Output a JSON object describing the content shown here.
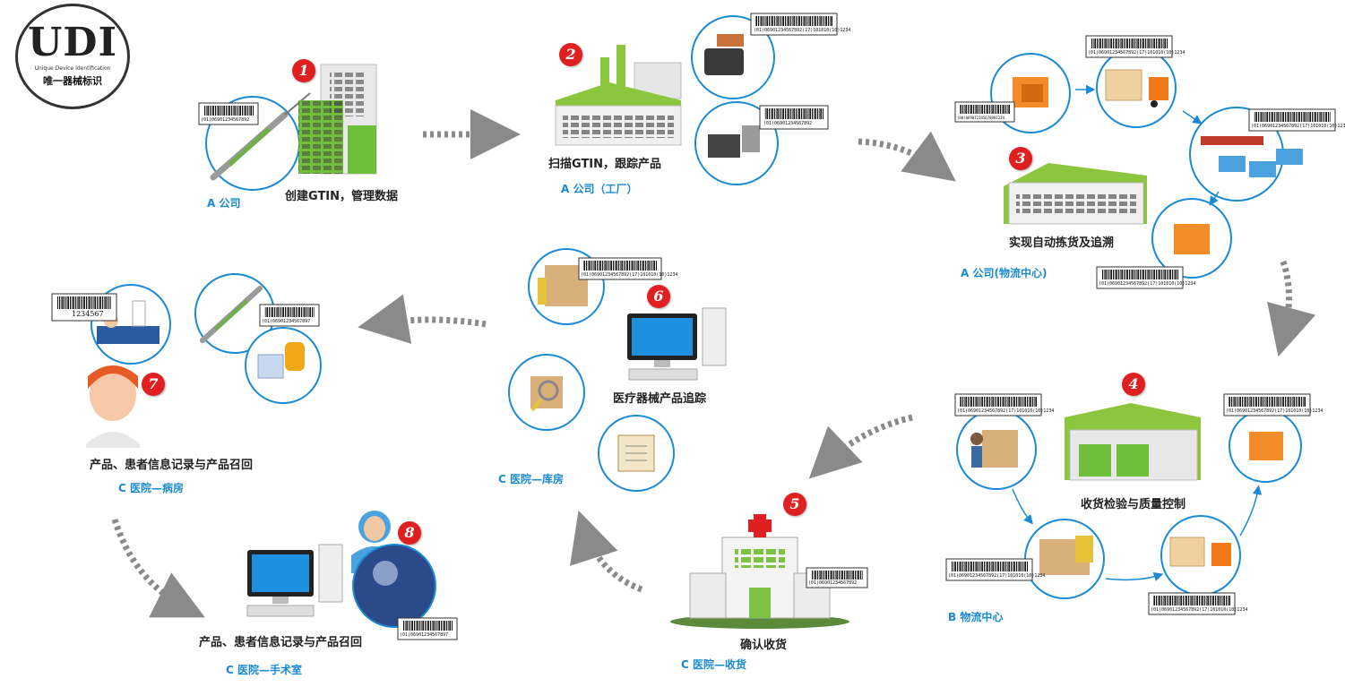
{
  "logo": {
    "title": "UDI",
    "subtitle": "Unique Device Identification",
    "cn": "唯一器械标识"
  },
  "steps": [
    {
      "num": "1",
      "caption": "创建GTIN，管理数据",
      "location": "A 公司"
    },
    {
      "num": "2",
      "caption": "扫描GTIN，跟踪产品",
      "location": "A 公司（工厂）"
    },
    {
      "num": "3",
      "caption": "实现自动拣货及追溯",
      "location": "A 公司(物流中心)"
    },
    {
      "num": "4",
      "caption": "收货检验与质量控制",
      "location": "B 物流中心"
    },
    {
      "num": "5",
      "caption": "确认收货",
      "location": "C 医院—收货"
    },
    {
      "num": "6",
      "caption": "医疗器械产品追踪",
      "location": "C 医院—库房"
    },
    {
      "num": "7",
      "caption": "产品、患者信息记录与产品召回",
      "location": "C 医院—病房"
    },
    {
      "num": "8",
      "caption": "产品、患者信息记录与产品召回",
      "location": "C 医院—手术室"
    }
  ],
  "barcodes": {
    "gtin": "(01)06901234567892",
    "gtin_alt": "(01)06901234567897",
    "gs1_long": "(01)06901234567892(17)101010(10)1234",
    "patient_id": "1234567",
    "pallet": "(00)069012345678901234"
  },
  "colors": {
    "accent_blue": "#1a8ad4",
    "step_red": "#e02020",
    "building_green": "#8cc63f",
    "arrow_gray": "#8a8a8a"
  }
}
